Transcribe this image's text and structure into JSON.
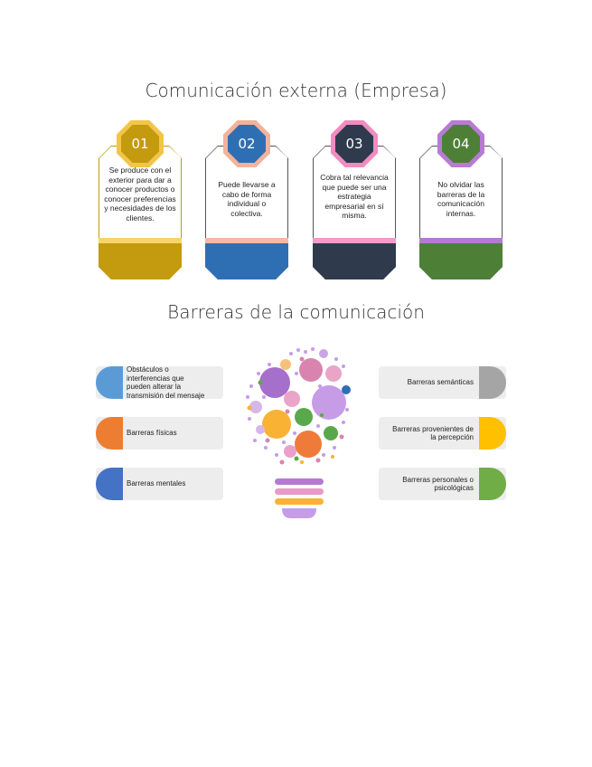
{
  "section1": {
    "title": "Comunicación externa (Empresa)",
    "cards": [
      {
        "number": "01",
        "text": "Se produce con el exterior para dar a conocer productos o conocer preferencias y necesidades de los clientes.",
        "color": "#C49A0E",
        "ring": "#F2C54A",
        "stripe": "#F6D36B"
      },
      {
        "number": "02",
        "text": "Puede llevarse a cabo de forma individual o colectiva.",
        "color": "#2E6FB4",
        "ring": "#F3B29A",
        "stripe": "#F6B9A6"
      },
      {
        "number": "03",
        "text": "Cobra tal relevancia que puede ser una estrategia empresarial en sí misma.",
        "color": "#2F3B4C",
        "ring": "#F28BBF",
        "stripe": "#F59BC8"
      },
      {
        "number": "04",
        "text": "No olvidar las barreras de la comunicación internas.",
        "color": "#4E7F37",
        "ring": "#B77BD3",
        "stripe": "#B57AD0"
      }
    ]
  },
  "section2": {
    "title": "Barreras de la comunicación",
    "left_items": [
      {
        "label": "Obstáculos o interferencias que pueden alterar la transmisión del mensaje",
        "color": "#5B9BD5"
      },
      {
        "label": "Barreras físicas",
        "color": "#ED7D31"
      },
      {
        "label": "Barreras mentales",
        "color": "#4472C4"
      }
    ],
    "right_items": [
      {
        "label": "Barreras semánticas",
        "color": "#A5A5A5"
      },
      {
        "label": "Barreras provenientes de la percepción",
        "color": "#FFC000"
      },
      {
        "label": "Barreras personales o psicológicas",
        "color": "#70AD47"
      }
    ]
  }
}
